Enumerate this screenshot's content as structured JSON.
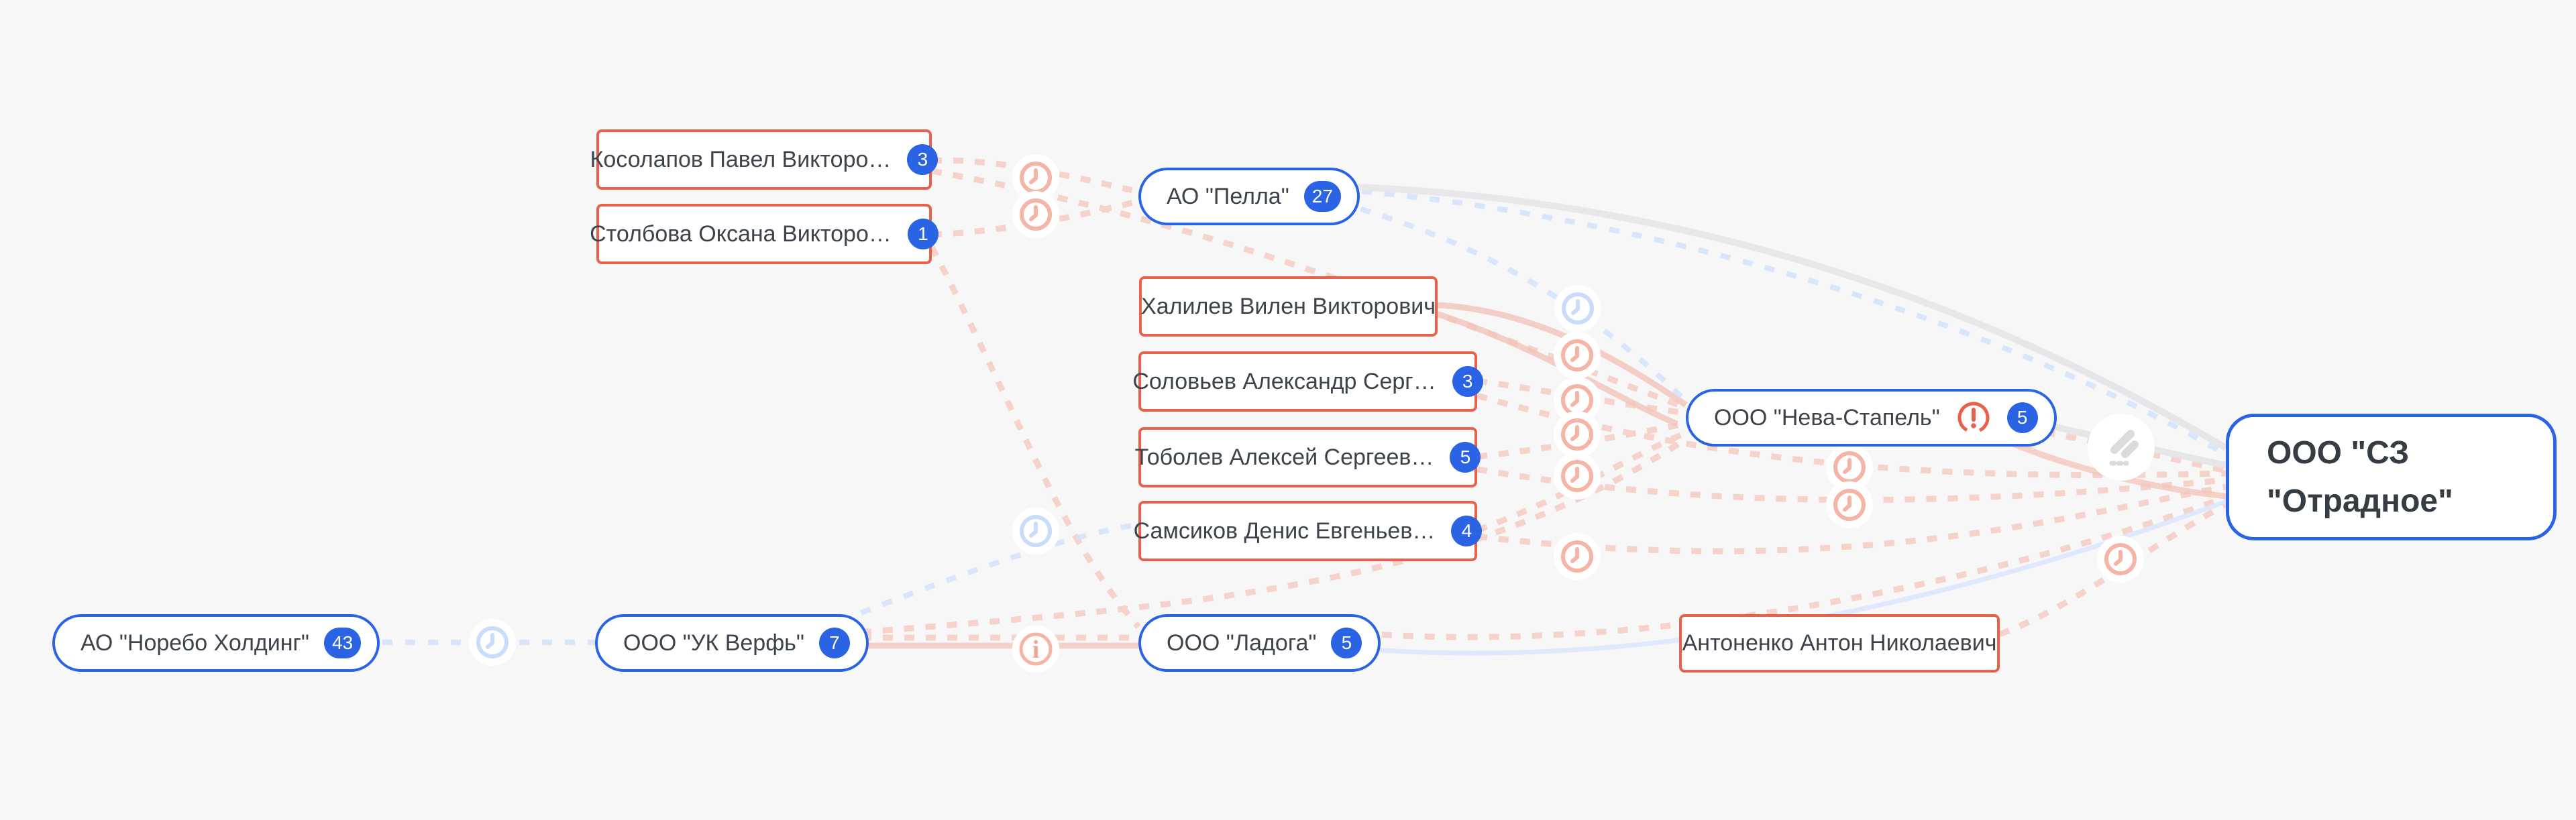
{
  "app": {
    "view": "company-relations-graph",
    "background": "#f7f7f8"
  },
  "colors": {
    "company_border": "#2a63e4",
    "person_border": "#e9604b",
    "badge_bg": "#2a63e4",
    "warning": "#e9604b",
    "edge_pink": "#f5cabf",
    "edge_blue": "#d4e2fb",
    "edge_gray": "#e5e5e8",
    "node_text": "#3d434b"
  },
  "icons": {
    "former_relation": "clock-icon",
    "info_relation": "info-icon",
    "court_case": "gavel-icon",
    "warning": "warning-icon"
  },
  "nodes": [
    {
      "id": "kosolapov",
      "label": "Косолапов Павел Викторо…",
      "type": "person",
      "badge": "3"
    },
    {
      "id": "stolbova",
      "label": "Столбова Оксана Викторо…",
      "type": "person",
      "badge": "1"
    },
    {
      "id": "pella",
      "label": "АО \"Пелла\"",
      "type": "company",
      "badge": "27"
    },
    {
      "id": "khalilev",
      "label": "Халилев Вилен Викторович",
      "type": "person",
      "badge": null
    },
    {
      "id": "solovyev",
      "label": "Соловьев Александр Серг…",
      "type": "person",
      "badge": "3"
    },
    {
      "id": "tobolev",
      "label": "Тоболев Алексей Сергеев…",
      "type": "person",
      "badge": "5"
    },
    {
      "id": "samsikov",
      "label": "Самсиков Денис Евгеньев…",
      "type": "person",
      "badge": "4"
    },
    {
      "id": "neva-stapel",
      "label": "ООО \"Нева-Стапель\"",
      "type": "company",
      "badge": "5",
      "warning": true
    },
    {
      "id": "otradnoe",
      "label": "ООО \"СЗ\n\"Отрадное\"",
      "type": "company-main",
      "badge": null
    },
    {
      "id": "norebo",
      "label": "АО \"Норебо Холдинг\"",
      "type": "company",
      "badge": "43"
    },
    {
      "id": "uk-verf",
      "label": "ООО \"УК Верфь\"",
      "type": "company",
      "badge": "7"
    },
    {
      "id": "ladoga",
      "label": "ООО \"Ладога\"",
      "type": "company",
      "badge": "5"
    },
    {
      "id": "antonenko",
      "label": "Антоненко Антон Николаевич",
      "type": "person",
      "badge": null
    }
  ]
}
